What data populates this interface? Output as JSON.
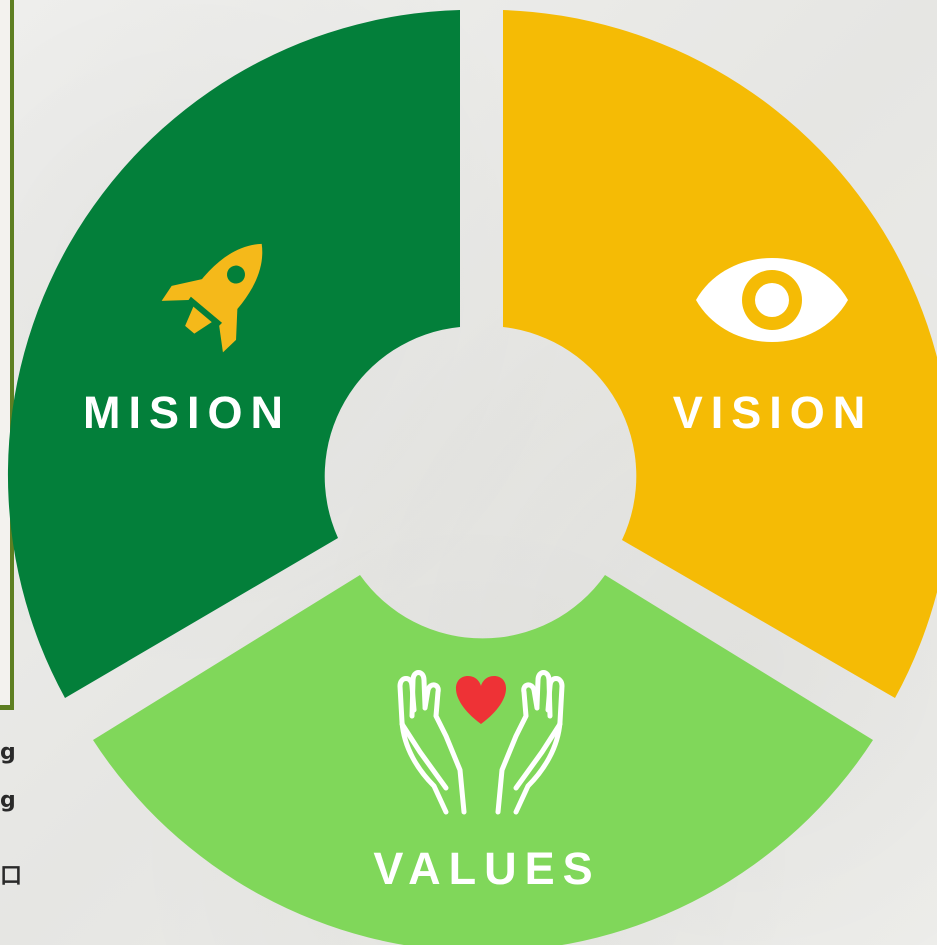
{
  "segments": {
    "mision": {
      "label": "MISION",
      "color": "#037f3a",
      "icon": "rocket-icon",
      "icon_color": "#f5b91a"
    },
    "vision": {
      "label": "VISION",
      "color": "#f5bb05",
      "icon": "eye-icon",
      "icon_color": "#ffffff"
    },
    "values": {
      "label": "VALUES",
      "color": "#80d75a",
      "icon": "hands-heart-icon",
      "icon_color": "#ffffff",
      "heart_color": "#ee3236"
    }
  },
  "edge_text": {
    "line1": "g",
    "line2": "g",
    "line3": "口"
  }
}
